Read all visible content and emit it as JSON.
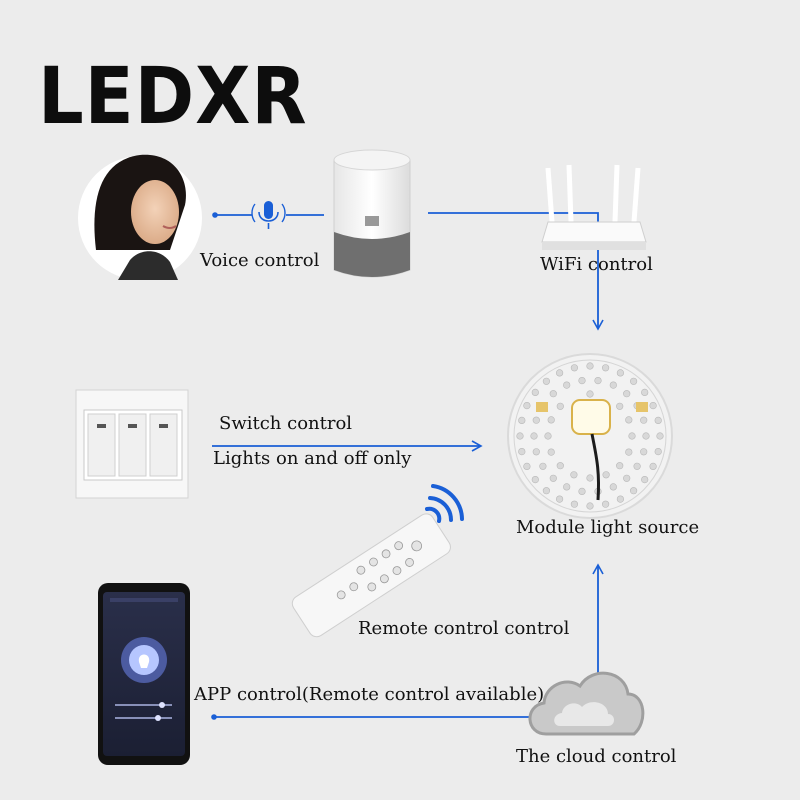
{
  "brand": {
    "logo_text": "LEDXR"
  },
  "labels": {
    "voice": "Voice control",
    "wifi": "WiFi control",
    "switch": "Switch control",
    "switch_note": "Lights on and off only",
    "module": "Module light source",
    "remote": "Remote control control",
    "app": "APP control(Remote control available)",
    "cloud": "The cloud control"
  },
  "colors": {
    "line": "#1a5fd6",
    "background": "#ececec"
  }
}
